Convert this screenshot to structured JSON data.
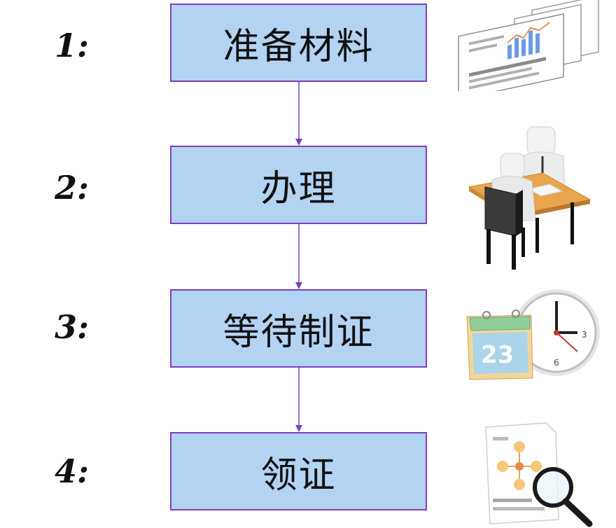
{
  "colors": {
    "box_fill": "#b3d3f3",
    "box_border": "#7b3fbf",
    "arrow": "#7b3fbf"
  },
  "steps": [
    {
      "number": "1:",
      "label": "准备材料",
      "icon": "documents-chart-icon"
    },
    {
      "number": "2:",
      "label": "办理",
      "icon": "office-desk-meeting-icon"
    },
    {
      "number": "3:",
      "label": "等待制证",
      "icon": "calendar-clock-icon"
    },
    {
      "number": "4:",
      "label": "领证",
      "icon": "document-magnifier-icon"
    }
  ],
  "calendar_day": "23",
  "clock_numbers": [
    "3",
    "6"
  ]
}
